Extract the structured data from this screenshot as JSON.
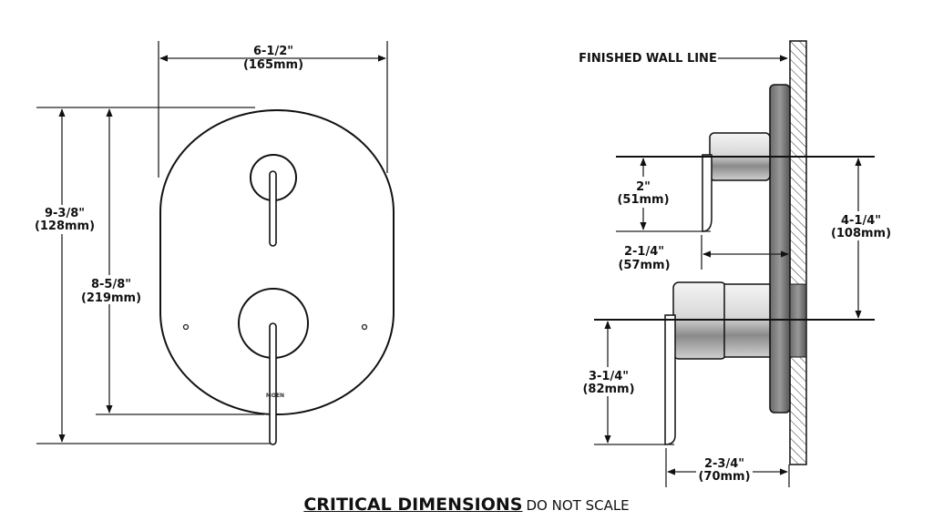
{
  "front_view": {
    "width_label": "6-1/2\"",
    "width_mm": "(165mm)",
    "total_height_label": "9-3/8\"",
    "total_height_mm": "(128mm)",
    "plate_height_label": "8-5/8\"",
    "plate_height_mm": "(219mm)",
    "brand_mark": "MOEN"
  },
  "side_view": {
    "wall_label": "FINISHED WALL LINE",
    "upper_handle_label": "2\"",
    "upper_handle_mm": "(51mm)",
    "upper_depth_label": "2-1/4\"",
    "upper_depth_mm": "(57mm)",
    "center_spacing_label": "4-1/4\"",
    "center_spacing_mm": "(108mm)",
    "lower_handle_label": "3-1/4\"",
    "lower_handle_mm": "(82mm)",
    "lower_depth_label": "2-3/4\"",
    "lower_depth_mm": "(70mm)"
  },
  "caption": {
    "title": "CRITICAL DIMENSIONS",
    "note": "DO NOT SCALE"
  },
  "colors": {
    "line": "#111111",
    "background": "#ffffff",
    "metal_dark": "#555555",
    "metal_light": "#e6e6e6"
  }
}
